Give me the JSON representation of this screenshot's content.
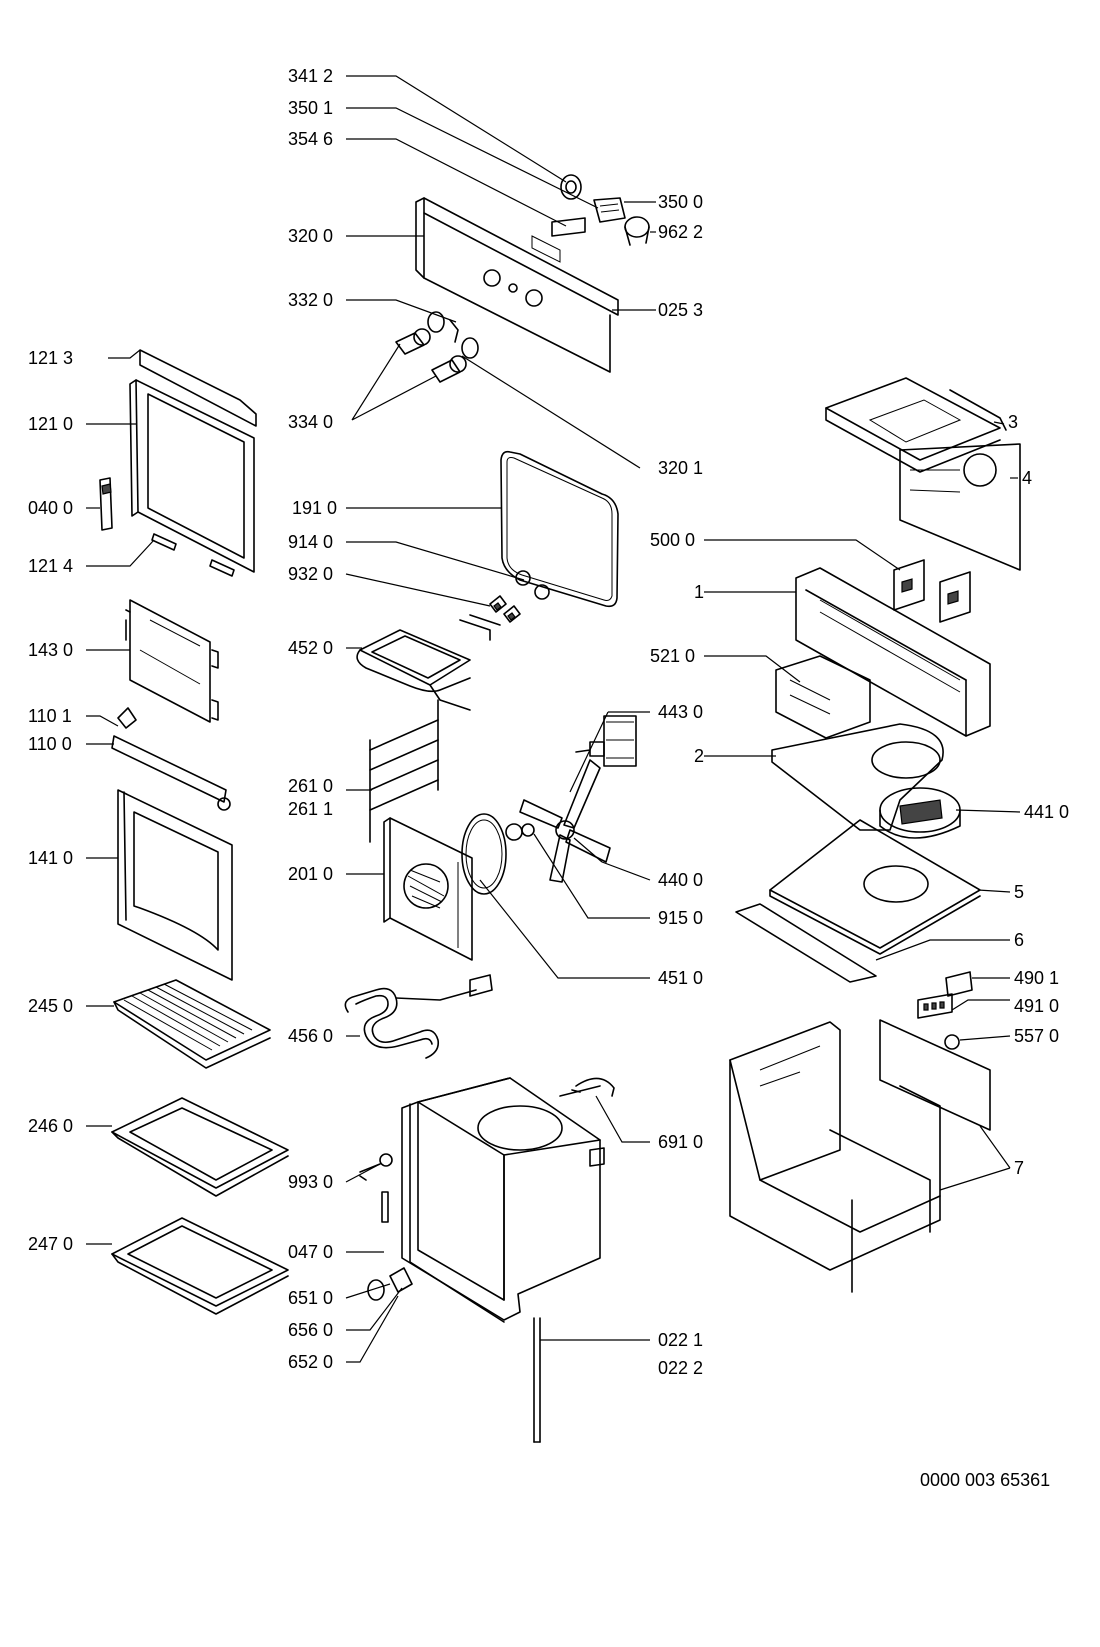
{
  "diagram_id": "0000 003 65361",
  "labels": {
    "l3412": "341 2",
    "l3501": "350 1",
    "l3546": "354 6",
    "l3500": "350 0",
    "l9622": "962 2",
    "l3200": "320 0",
    "l3320": "332 0",
    "l0253": "025 3",
    "l3340": "334 0",
    "l3201": "320 1",
    "l1910": "191 0",
    "l9140": "914 0",
    "l9320": "932 0",
    "l4520": "452 0",
    "l2610": "261 0",
    "l2611": "261 1",
    "l2010": "201 0",
    "l4560": "456 0",
    "l9930": "993 0",
    "l0470": "047 0",
    "l6510": "651 0",
    "l6560": "656 0",
    "l6520": "652 0",
    "l4430": "443 0",
    "l4400": "440 0",
    "l9150": "915 0",
    "l4510": "451 0",
    "l6910": "691 0",
    "l0221": "022 1",
    "l0222": "022 2",
    "l1213": "121 3",
    "l1210": "121 0",
    "l0400": "040 0",
    "l1214": "121 4",
    "l1430": "143 0",
    "l1101": "110 1",
    "l1100": "110 0",
    "l1410": "141 0",
    "l2450": "245 0",
    "l2460": "246 0",
    "l2470": "247 0",
    "l3": "3",
    "l4": "4",
    "l5000": "500 0",
    "l1": "1",
    "l5210": "521 0",
    "l2": "2",
    "l4410": "441 0",
    "l5": "5",
    "l6": "6",
    "l4901": "490 1",
    "l4910": "491 0",
    "l5570": "557 0",
    "l7": "7"
  }
}
